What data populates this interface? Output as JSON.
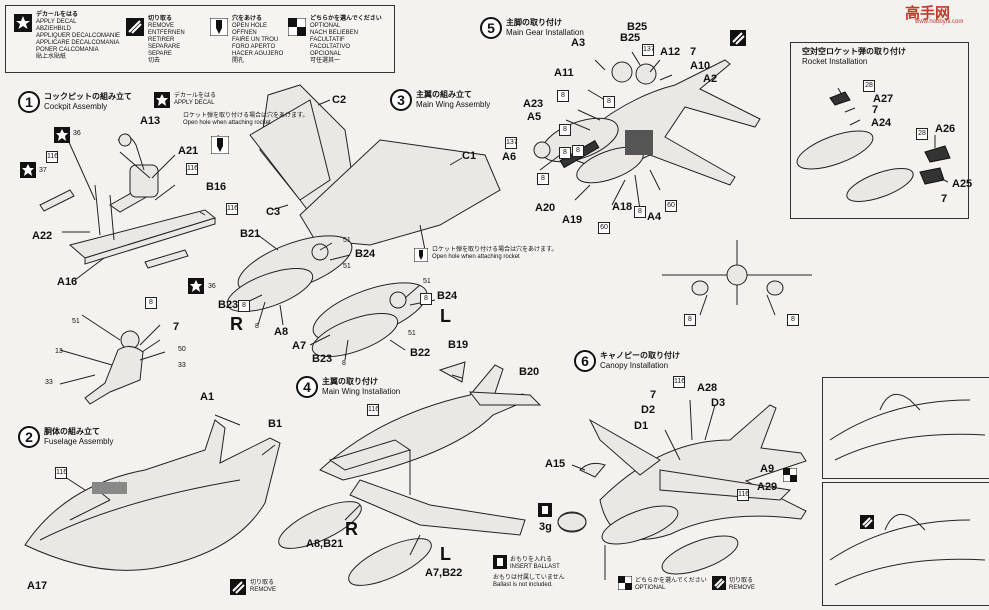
{
  "legend": {
    "decal": {
      "jp": "デカールをはる",
      "langs": [
        "APPLY DECAL",
        "ABZIEHBILD",
        "APPLIQUER DECALCOMANIE",
        "APPLICARE DECALCOMANIA",
        "PONER CALCOMANIA",
        "貼上水貼紙"
      ]
    },
    "remove": {
      "jp": "切り取る",
      "langs": [
        "REMOVE",
        "ENTFERNEN",
        "RETIRER",
        "SEPARARE",
        "SEPARE",
        "切去"
      ]
    },
    "hole": {
      "jp": "穴をあける",
      "langs": [
        "OPEN HOLE",
        "OFFNEN",
        "FAIRE UN TROU",
        "FORO APERTO",
        "HACER AGUJERO",
        "開孔"
      ]
    },
    "optional": {
      "jp": "どちらかを選んでください",
      "langs": [
        "OPTIONAL",
        "NACH BELIEBEN",
        "FACULTATIF",
        "FACOLTATIVO",
        "OPCIONAL",
        "可任選其一"
      ]
    }
  },
  "watermark": {
    "text": "高手网",
    "sub": "www.hobbyhi.com"
  },
  "steps": [
    {
      "n": "1",
      "jp": "コックピットの組み立て",
      "en": "Cockpit Assembly"
    },
    {
      "n": "2",
      "jp": "胴体の組み立て",
      "en": "Fuselage Assembly"
    },
    {
      "n": "3",
      "jp": "主翼の組み立て",
      "en": "Main Wing Assembly"
    },
    {
      "n": "4",
      "jp": "主翼の取り付け",
      "en": "Main Wing Installation"
    },
    {
      "n": "5",
      "jp": "主脚の取り付け",
      "en": "Main Gear Installation"
    },
    {
      "n": "6",
      "jp": "キャノピーの取り付け",
      "en": "Canopy Installation"
    }
  ],
  "rocket": {
    "jp": "空対空ロケット弾の取り付け",
    "en": "Rocket Installation"
  },
  "notes": {
    "apply_decal_jp": "デカールをはる",
    "apply_decal_en": "APPLY DECAL",
    "cockpit_hole_jp": "ロケット弾を取り付ける場合は穴をあけます。",
    "cockpit_hole_en": "Open hole when attaching rocket",
    "wing_hole_jp": "ロケット弾を取り付ける場合は穴をあけます。",
    "wing_hole_en": "Open hole when attaching rocket",
    "ballast_jp": "おもりを入れる",
    "ballast_en": "INSERT BALLAST",
    "ballast_weight": "3g",
    "ballast_note_jp": "おもりは付属していません",
    "ballast_note_en": "Ballast is not included.",
    "optional_jp": "どちらかを選んでください",
    "optional_en": "OPTIONAL",
    "remove_jp": "切り取る",
    "remove_en": "REMOVE",
    "R": "R",
    "L": "L"
  },
  "labels": {
    "cockpit": [
      "A13",
      "A21",
      "B16",
      "A22",
      "A16"
    ],
    "cockpit_nums": [
      "36",
      "37",
      "116",
      "116",
      "116",
      "36"
    ],
    "pilot_nums": [
      "8",
      "51",
      "7",
      "13",
      "50",
      "33",
      "33"
    ],
    "fuselage": [
      "A1",
      "B1",
      "A17"
    ],
    "fuselage_nums": [
      "116"
    ],
    "main_wing": [
      "C2",
      "C1",
      "C3"
    ],
    "engine_r": [
      "B21",
      "B24",
      "B23",
      "A8",
      "R"
    ],
    "engine_r_nums": [
      "51",
      "51",
      "8",
      "8"
    ],
    "engine_l": [
      "B24",
      "A7",
      "B23",
      "B22",
      "L"
    ],
    "engine_l_nums": [
      "51",
      "8",
      "51",
      "8"
    ],
    "wing_inst": [
      "B19",
      "B20",
      "A8,B21",
      "A7,B22"
    ],
    "wing_inst_nums": [
      "116"
    ],
    "gear": [
      "A3",
      "B25",
      "A12",
      "A10",
      "A2",
      "A11",
      "A23",
      "A5",
      "A6",
      "A20",
      "A19",
      "A18",
      "A4"
    ],
    "gear_nums": [
      "137",
      "7",
      "8",
      "8",
      "8",
      "137",
      "8",
      "8",
      "8",
      "60",
      "60",
      "8"
    ],
    "front_nums": [
      "8",
      "8"
    ],
    "rocket_parts": [
      "A27",
      "A24",
      "A26",
      "A25"
    ],
    "rocket_nums": [
      "28",
      "7",
      "28",
      "7"
    ],
    "canopy": [
      "A28",
      "D3",
      "D2",
      "D1",
      "A15",
      "A9",
      "A29"
    ],
    "canopy_nums": [
      "7",
      "116",
      "116"
    ],
    "canopy_side": [
      "6"
    ]
  }
}
